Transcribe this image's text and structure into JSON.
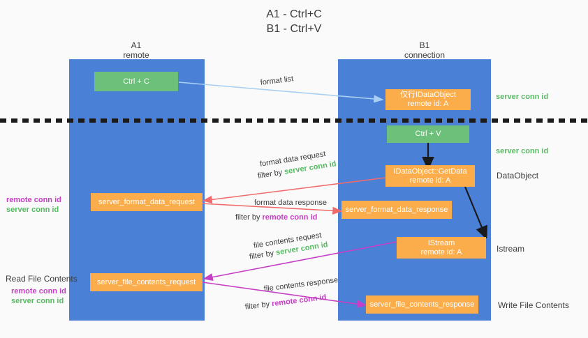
{
  "title": {
    "line1": "A1 - Ctrl+C",
    "line2": "B1 - Ctrl+V"
  },
  "colors": {
    "lane": "#4a80d6",
    "green_box": "#6cc07a",
    "orange_box": "#fbad4b",
    "server_conn_id": "#57bb63",
    "remote_conn_id": "#c63fc6",
    "arrow_blue": "#a9d0f2",
    "arrow_red": "#ef6b6b",
    "arrow_magenta": "#c63fc6",
    "arrow_black": "#1a1a1a",
    "background": "#fafafa"
  },
  "lanes": [
    {
      "name": "A1",
      "sub": "remote"
    },
    {
      "name": "B1",
      "sub": "connection"
    }
  ],
  "nodes": {
    "ctrl_c": {
      "line1": "Ctrl + C",
      "line2": ""
    },
    "ctrl_v": {
      "line1": "Ctrl + V",
      "line2": ""
    },
    "idataobject": {
      "line1": "仅行IDataObject",
      "line2": "remote id: A"
    },
    "getdata": {
      "line1": "IDataObject::GetData",
      "line2": "remote id: A"
    },
    "istream": {
      "line1": "IStream",
      "line2": "remote id: A"
    },
    "format_data_request": {
      "line1": "server_format_data_request",
      "line2": ""
    },
    "format_data_response": {
      "line1": "server_format_data_response",
      "line2": ""
    },
    "file_contents_request": {
      "line1": "server_file_contents_request",
      "line2": ""
    },
    "file_contents_response": {
      "line1": "server_file_contents_response",
      "line2": ""
    }
  },
  "edge_labels": {
    "format_list": "format list",
    "format_data_request": "format data request",
    "format_data_request_filter_prefix": "filter by ",
    "format_data_request_filter_key": "server conn id",
    "format_data_response": "format data response",
    "format_data_response_filter_prefix": "filter by ",
    "format_data_response_filter_key": "remote conn id",
    "file_contents_request": "file contents request",
    "file_contents_request_filter_prefix": "filter by ",
    "file_contents_request_filter_key": "server conn id",
    "file_contents_response": "file contents response",
    "file_contents_response_filter_prefix": "filter by ",
    "file_contents_response_filter_key": "remote conn id"
  },
  "right_labels": {
    "server_conn_id_top": "server conn id",
    "server_conn_id_mid": "server conn id",
    "dataobject": "DataObject",
    "istream": "Istream",
    "write_file_contents": "Write File Contents"
  },
  "left_labels": {
    "remote_conn_id_1": "remote conn id",
    "server_conn_id_1": "server conn id",
    "read_file_contents": "Read File Contents",
    "remote_conn_id_2": "remote conn id",
    "server_conn_id_2": "server conn id"
  }
}
